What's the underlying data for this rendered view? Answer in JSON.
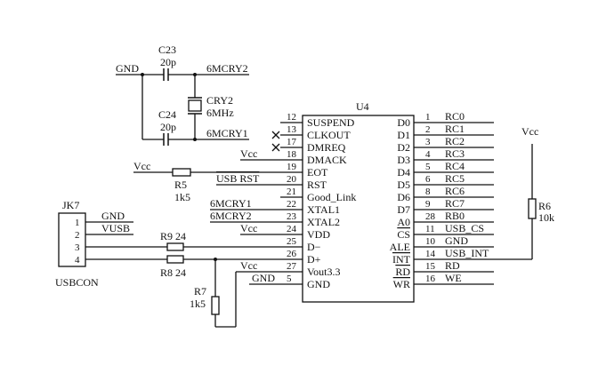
{
  "chip": {
    "ref": "U4",
    "left_pins": [
      {
        "num": "12",
        "name": "SUSPEND",
        "nc": false
      },
      {
        "num": "13",
        "name": "CLKOUT",
        "nc": true
      },
      {
        "num": "17",
        "name": "DMREQ",
        "nc": true
      },
      {
        "num": "18",
        "name": "DMACK",
        "nc": false
      },
      {
        "num": "19",
        "name": "EOT",
        "nc": false
      },
      {
        "num": "20",
        "name": "RST",
        "nc": false
      },
      {
        "num": "21",
        "name": "Good_Link",
        "nc": false
      },
      {
        "num": "22",
        "name": "XTAL1",
        "nc": false
      },
      {
        "num": "23",
        "name": "XTAL2",
        "nc": false
      },
      {
        "num": "24",
        "name": "VDD",
        "nc": false
      },
      {
        "num": "25",
        "name": "D−",
        "nc": false
      },
      {
        "num": "26",
        "name": "D+",
        "nc": false
      },
      {
        "num": "27",
        "name": "Vout3.3",
        "nc": false
      },
      {
        "num": "5",
        "name": "GND",
        "nc": false
      }
    ],
    "right_pins": [
      {
        "num": "1",
        "name": "D0",
        "net": "RC0"
      },
      {
        "num": "2",
        "name": "D1",
        "net": "RC1"
      },
      {
        "num": "3",
        "name": "D2",
        "net": "RC2"
      },
      {
        "num": "4",
        "name": "D3",
        "net": "RC3"
      },
      {
        "num": "5",
        "name": "D4",
        "net": "RC4"
      },
      {
        "num": "6",
        "name": "D5",
        "net": "RC5"
      },
      {
        "num": "8",
        "name": "D6",
        "net": "RC6"
      },
      {
        "num": "9",
        "name": "D7",
        "net": "RC7"
      },
      {
        "num": "28",
        "name": "A0",
        "net": "RB0"
      },
      {
        "num": "11",
        "name": "CS",
        "net": "USB_CS"
      },
      {
        "num": "10",
        "name": "ALE",
        "net": "GND"
      },
      {
        "num": "14",
        "name": "INT",
        "net": "USB_INT"
      },
      {
        "num": "15",
        "name": "RD",
        "net": "RD"
      },
      {
        "num": "16",
        "name": "WR",
        "net": "WE"
      }
    ]
  },
  "left_nets": {
    "vcc_18": "Vcc",
    "vcc_19": "Vcc",
    "usb_rst": "USB RST",
    "mcry1": "6MCRY1",
    "mcry2": "6MCRY2",
    "vcc_24": "Vcc",
    "vcc_27": "Vcc",
    "gnd_5": "GND"
  },
  "crystal": {
    "gnd": "GND",
    "c23_ref": "C23",
    "c23_val": "20p",
    "c24_ref": "C24",
    "c24_val": "20p",
    "cry_ref": "CRY2",
    "cry_val": "6MHz",
    "net_top": "6MCRY2",
    "net_bottom": "6MCRY1"
  },
  "resistors": {
    "r5_ref": "R5",
    "r5_val": "1k5",
    "r9": "R9 24",
    "r8": "R8 24",
    "r7_ref": "R7",
    "r7_val": "1k5",
    "r6_ref": "R6",
    "r6_val": "10k",
    "r6_vcc": "Vcc"
  },
  "connector": {
    "ref": "JK7",
    "name": "USBCON",
    "pins": [
      {
        "num": "1",
        "net": "GND"
      },
      {
        "num": "2",
        "net": "VUSB"
      },
      {
        "num": "3",
        "net": ""
      },
      {
        "num": "4",
        "net": ""
      }
    ]
  }
}
